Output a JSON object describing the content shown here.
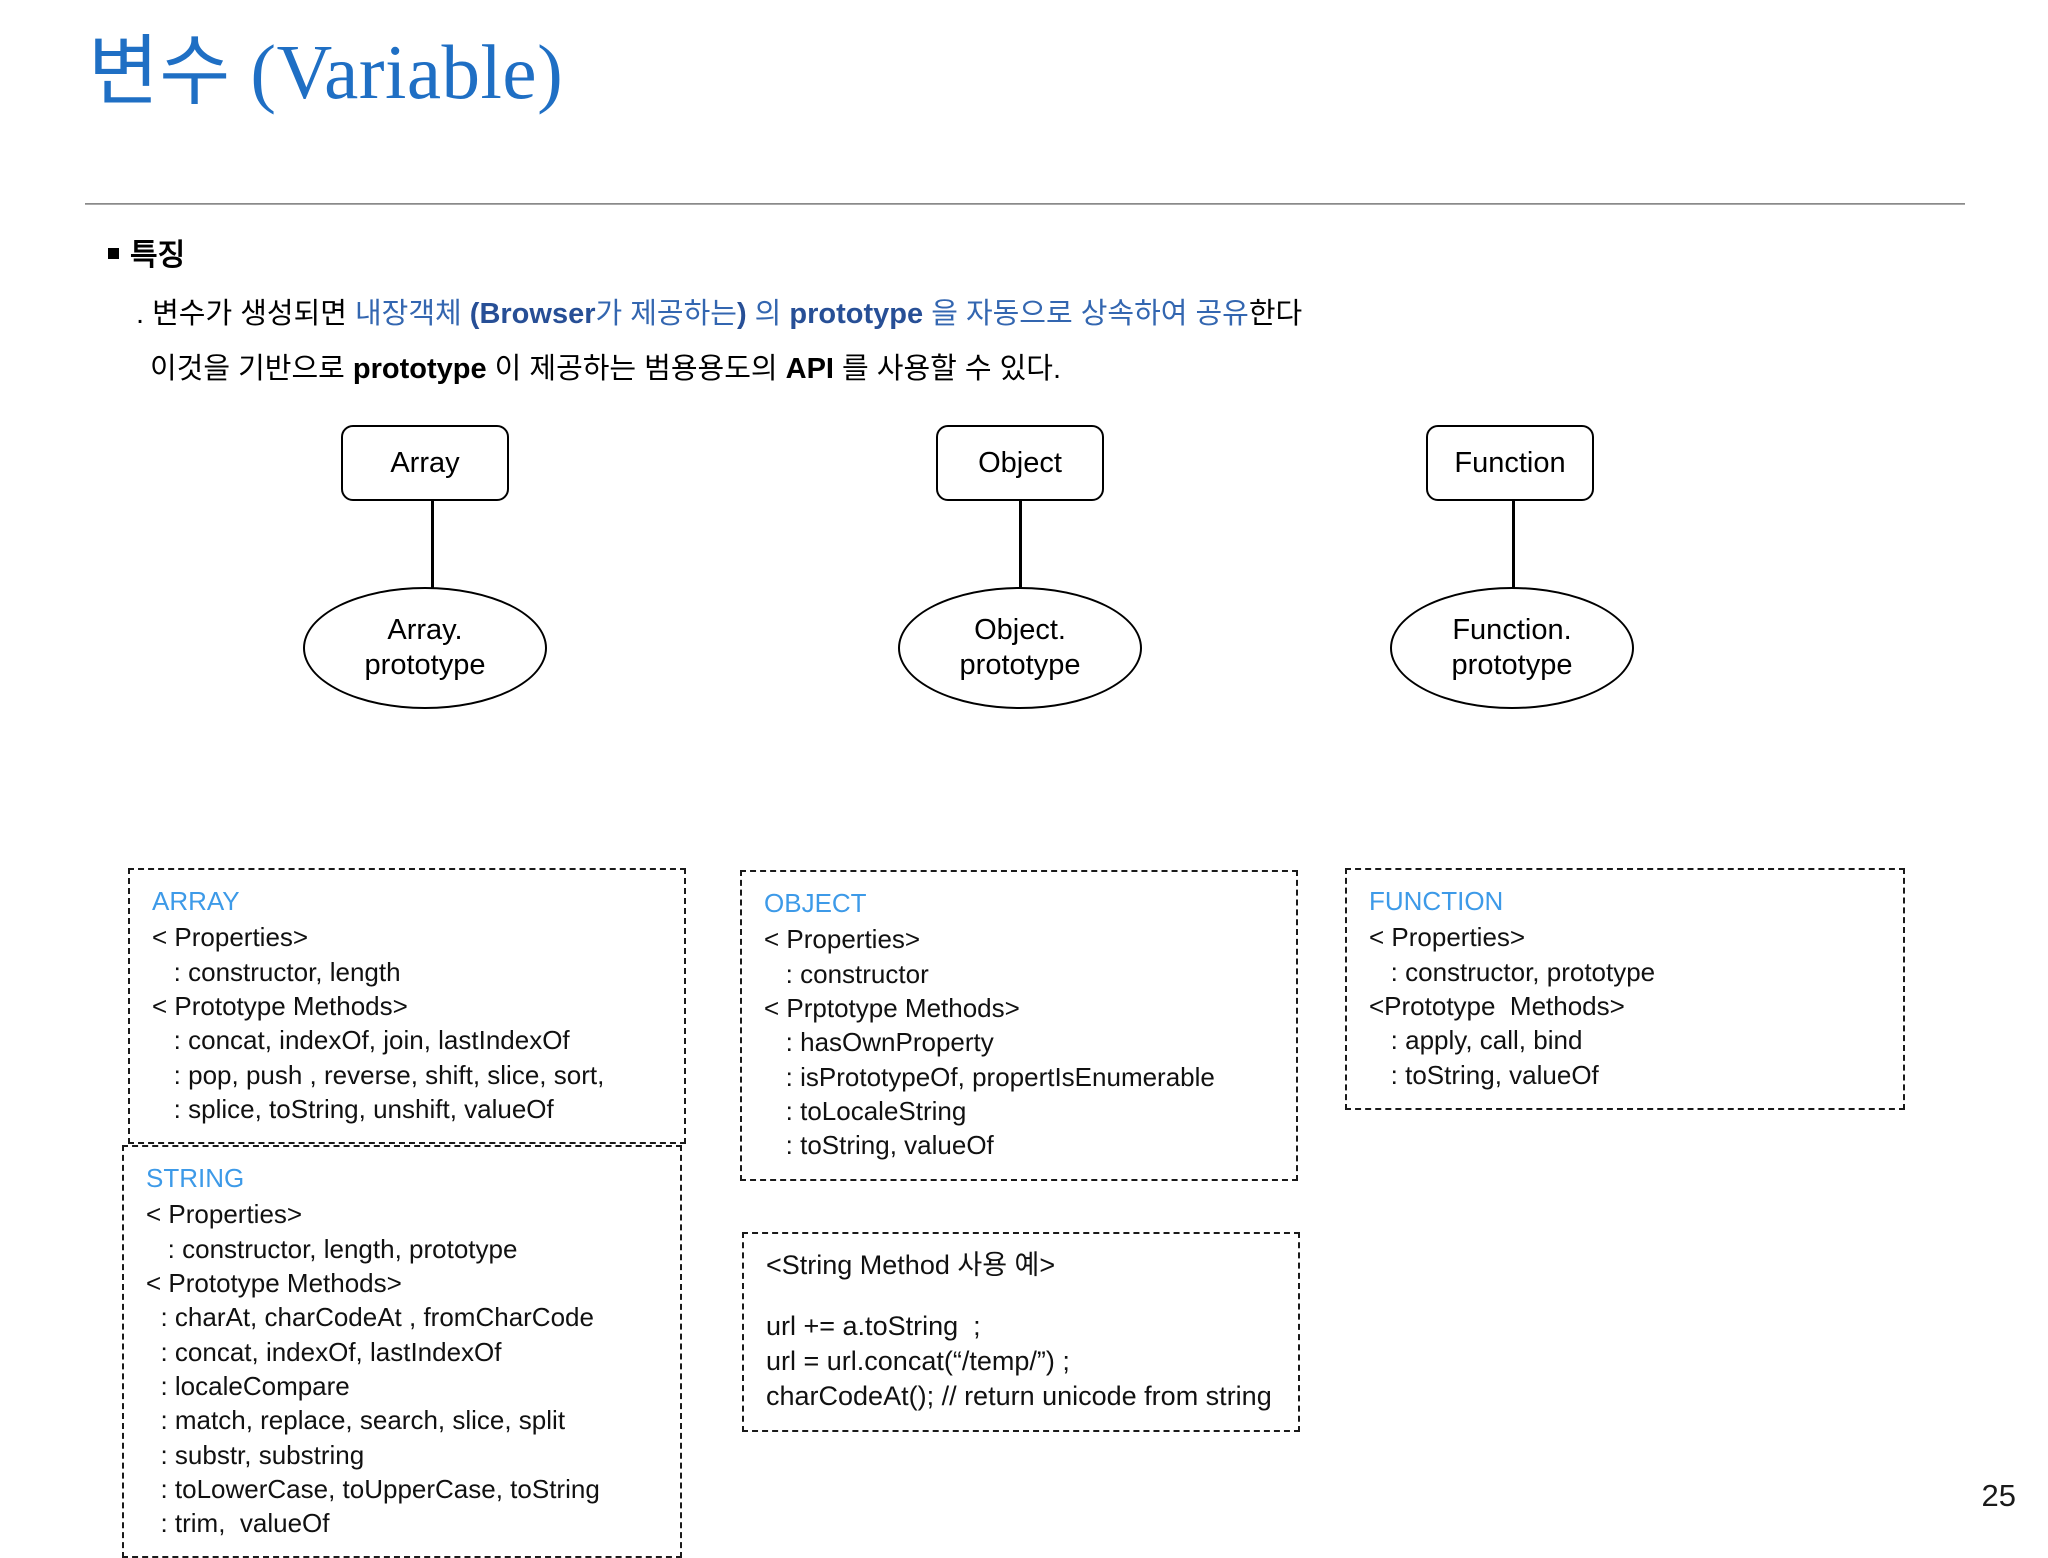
{
  "slide": {
    "title": "변수 (Variable)",
    "page_number": "25"
  },
  "bullet": {
    "marker": "square-bullet",
    "heading": "특징"
  },
  "body": {
    "line1": {
      "prefix": ". 변수가 생성되면 ",
      "seg_blue_1": "내장객체 ",
      "seg_blue_bold_1": "(Browser",
      "seg_blue_2": "가 제공하는",
      "seg_blue_bold_2": ") ",
      "seg_blue_3": "의 ",
      "seg_blue_bold_3": "prototype ",
      "seg_blue_4": "을 자동으로 상속하여 공유",
      "seg_black_tail": "한다"
    },
    "line2": {
      "part1": "이것을 기반으로 ",
      "part2_bold": "prototype",
      "part3": " 이 제공하는 범용용도의 ",
      "part4_bold": "API",
      "part5": " 를 사용할 수 있다."
    }
  },
  "diagram": {
    "nodes": [
      {
        "box_label": "Array",
        "ellipse_line1": "Array.",
        "ellipse_line2": "prototype"
      },
      {
        "box_label": "Object",
        "ellipse_line1": "Object.",
        "ellipse_line2": "prototype"
      },
      {
        "box_label": "Function",
        "ellipse_line1": "Function.",
        "ellipse_line2": "prototype"
      }
    ]
  },
  "info_boxes": {
    "array": {
      "header": "ARRAY",
      "lines": [
        "< Properties>",
        "   : constructor, length",
        "< Prototype Methods>",
        "   : concat, indexOf, join, lastIndexOf",
        "   : pop, push , reverse, shift, slice, sort,",
        "   : splice, toString, unshift, valueOf"
      ]
    },
    "object": {
      "header": "OBJECT",
      "lines": [
        "< Properties>",
        "   : constructor",
        "< Prptotype Methods>",
        "   : hasOwnProperty",
        "   : isPrototypeOf, propertIsEnumerable",
        "   : toLocaleString",
        "   : toString, valueOf"
      ]
    },
    "function": {
      "header": "FUNCTION",
      "lines": [
        "< Properties>",
        "   : constructor, prototype",
        "<Prototype  Methods>",
        "   : apply, call, bind",
        "   : toString, valueOf"
      ]
    },
    "string": {
      "header": "STRING",
      "lines": [
        "< Properties>",
        "   : constructor, length, prototype",
        "< Prototype Methods>",
        "  : charAt, charCodeAt , fromCharCode",
        "  : concat, indexOf, lastIndexOf",
        "  : localeCompare",
        "  : match, replace, search, slice, split",
        "  : substr, substring",
        "  : toLowerCase, toUpperCase, toString",
        "  : trim,  valueOf"
      ]
    },
    "example": {
      "title": "<String Method 사용 예>",
      "lines": [
        "url += a.toString  ;",
        "url = url.concat(“/temp/”) ;",
        "charCodeAt(); // return unicode from string"
      ]
    }
  }
}
